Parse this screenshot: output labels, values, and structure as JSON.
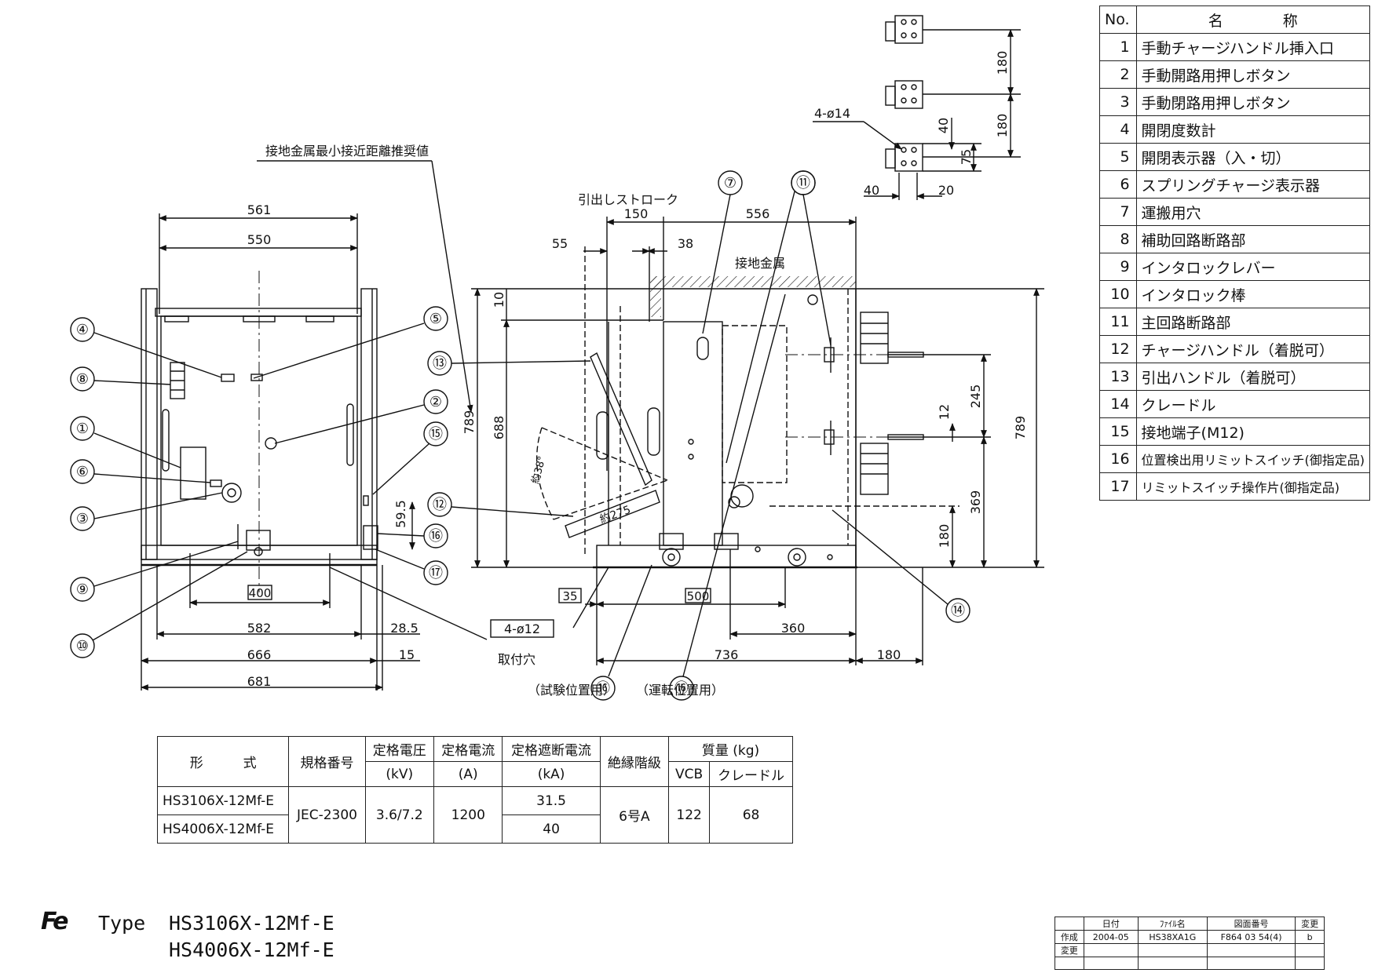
{
  "front_view": {
    "dims": {
      "d561": "561",
      "d550": "550",
      "d582": "582",
      "d666": "666",
      "d681": "681",
      "d400": "400",
      "d28_5": "28.5",
      "d15": "15",
      "d59_5": "59.5",
      "d789": "789",
      "d688": "688",
      "d10": "10"
    },
    "callouts": [
      "①",
      "②",
      "③",
      "④",
      "⑤",
      "⑥",
      "⑧",
      "⑨",
      "⑩",
      "⑮",
      "⑯",
      "⑰"
    ]
  },
  "side_view": {
    "labels": {
      "earth_min_distance": "接地金属最小接近距離推奨値",
      "draw_stroke": "引出しストローク",
      "earth_metal": "接地金属",
      "mount_holes_size": "4-ø12",
      "mount_holes": "取付穴",
      "test_pos": "（試験位置用）",
      "run_pos": "（運転位置用）",
      "angle": "約38°",
      "radius": "約275"
    },
    "dims": {
      "d150": "150",
      "d556": "556",
      "d55": "55",
      "d38": "38",
      "d35": "35",
      "d500": "500",
      "d360": "360",
      "d736": "736",
      "d180": "180",
      "d245": "245",
      "d12": "12",
      "d369": "369",
      "d180b": "180",
      "d789": "789"
    },
    "callouts": [
      "⑦",
      "⑪",
      "⑫",
      "⑬",
      "⑭",
      "⑯",
      "⑯"
    ]
  },
  "terminal_view": {
    "holes": "4-ø14",
    "d180a": "180",
    "d180b": "180",
    "d40": "40",
    "d75": "75",
    "d40b": "40",
    "d20": "20"
  },
  "parts_table": {
    "header": {
      "no": "No.",
      "name": "名　　　　称"
    },
    "rows": [
      {
        "no": "1",
        "name": "手動チャージハンドル挿入口"
      },
      {
        "no": "2",
        "name": "手動開路用押しボタン"
      },
      {
        "no": "3",
        "name": "手動閉路用押しボタン"
      },
      {
        "no": "4",
        "name": "開閉度数計"
      },
      {
        "no": "5",
        "name": "開閉表示器（入・切）"
      },
      {
        "no": "6",
        "name": "スプリングチャージ表示器"
      },
      {
        "no": "7",
        "name": "運搬用穴"
      },
      {
        "no": "8",
        "name": "補助回路断路部"
      },
      {
        "no": "9",
        "name": "インタロックレバー"
      },
      {
        "no": "10",
        "name": "インタロック棒"
      },
      {
        "no": "11",
        "name": "主回路断路部"
      },
      {
        "no": "12",
        "name": "チャージハンドル（着脱可）"
      },
      {
        "no": "13",
        "name": "引出ハンドル（着脱可）"
      },
      {
        "no": "14",
        "name": "クレードル"
      },
      {
        "no": "15",
        "name": "接地端子(M12)"
      },
      {
        "no": "16",
        "name": "位置検出用リミットスイッチ(御指定品)"
      },
      {
        "no": "17",
        "name": "リミットスイッチ操作片(御指定品)"
      }
    ]
  },
  "spec_table": {
    "headers": {
      "type": "形　　　式",
      "std": "規格番号",
      "voltage": "定格電圧",
      "voltage_unit": "(kV)",
      "current": "定格電流",
      "current_unit": "(A)",
      "breaking": "定格遮断電流",
      "breaking_unit": "(kA)",
      "insulation": "絶縁階級",
      "mass": "質量 (kg)",
      "mass_vcb": "VCB",
      "mass_cradle": "クレードル"
    },
    "rows": [
      {
        "type": "HS3106X-12Mf-E",
        "breaking": "31.5"
      },
      {
        "type": "HS4006X-12Mf-E",
        "breaking": "40"
      }
    ],
    "shared": {
      "std": "JEC-2300",
      "voltage": "3.6/7.2",
      "current": "1200",
      "insulation": "6号A",
      "mass_vcb": "122",
      "mass_cradle": "68"
    }
  },
  "title_block": {
    "logo": "Fe",
    "type_label": "Type",
    "model1": "HS3106X-12Mf-E",
    "model2": "HS4006X-12Mf-E"
  },
  "revision_table": {
    "headers": [
      "",
      "日付",
      "ﾌｧｲﾙ名",
      "図面番号",
      "変更"
    ],
    "rows": [
      [
        "作成",
        "2004-05",
        "HS38XA1G",
        "F864 03 54(4)",
        "b"
      ],
      [
        "変更",
        "",
        "",
        "",
        ""
      ],
      [
        "",
        "",
        "",
        "",
        ""
      ]
    ]
  }
}
